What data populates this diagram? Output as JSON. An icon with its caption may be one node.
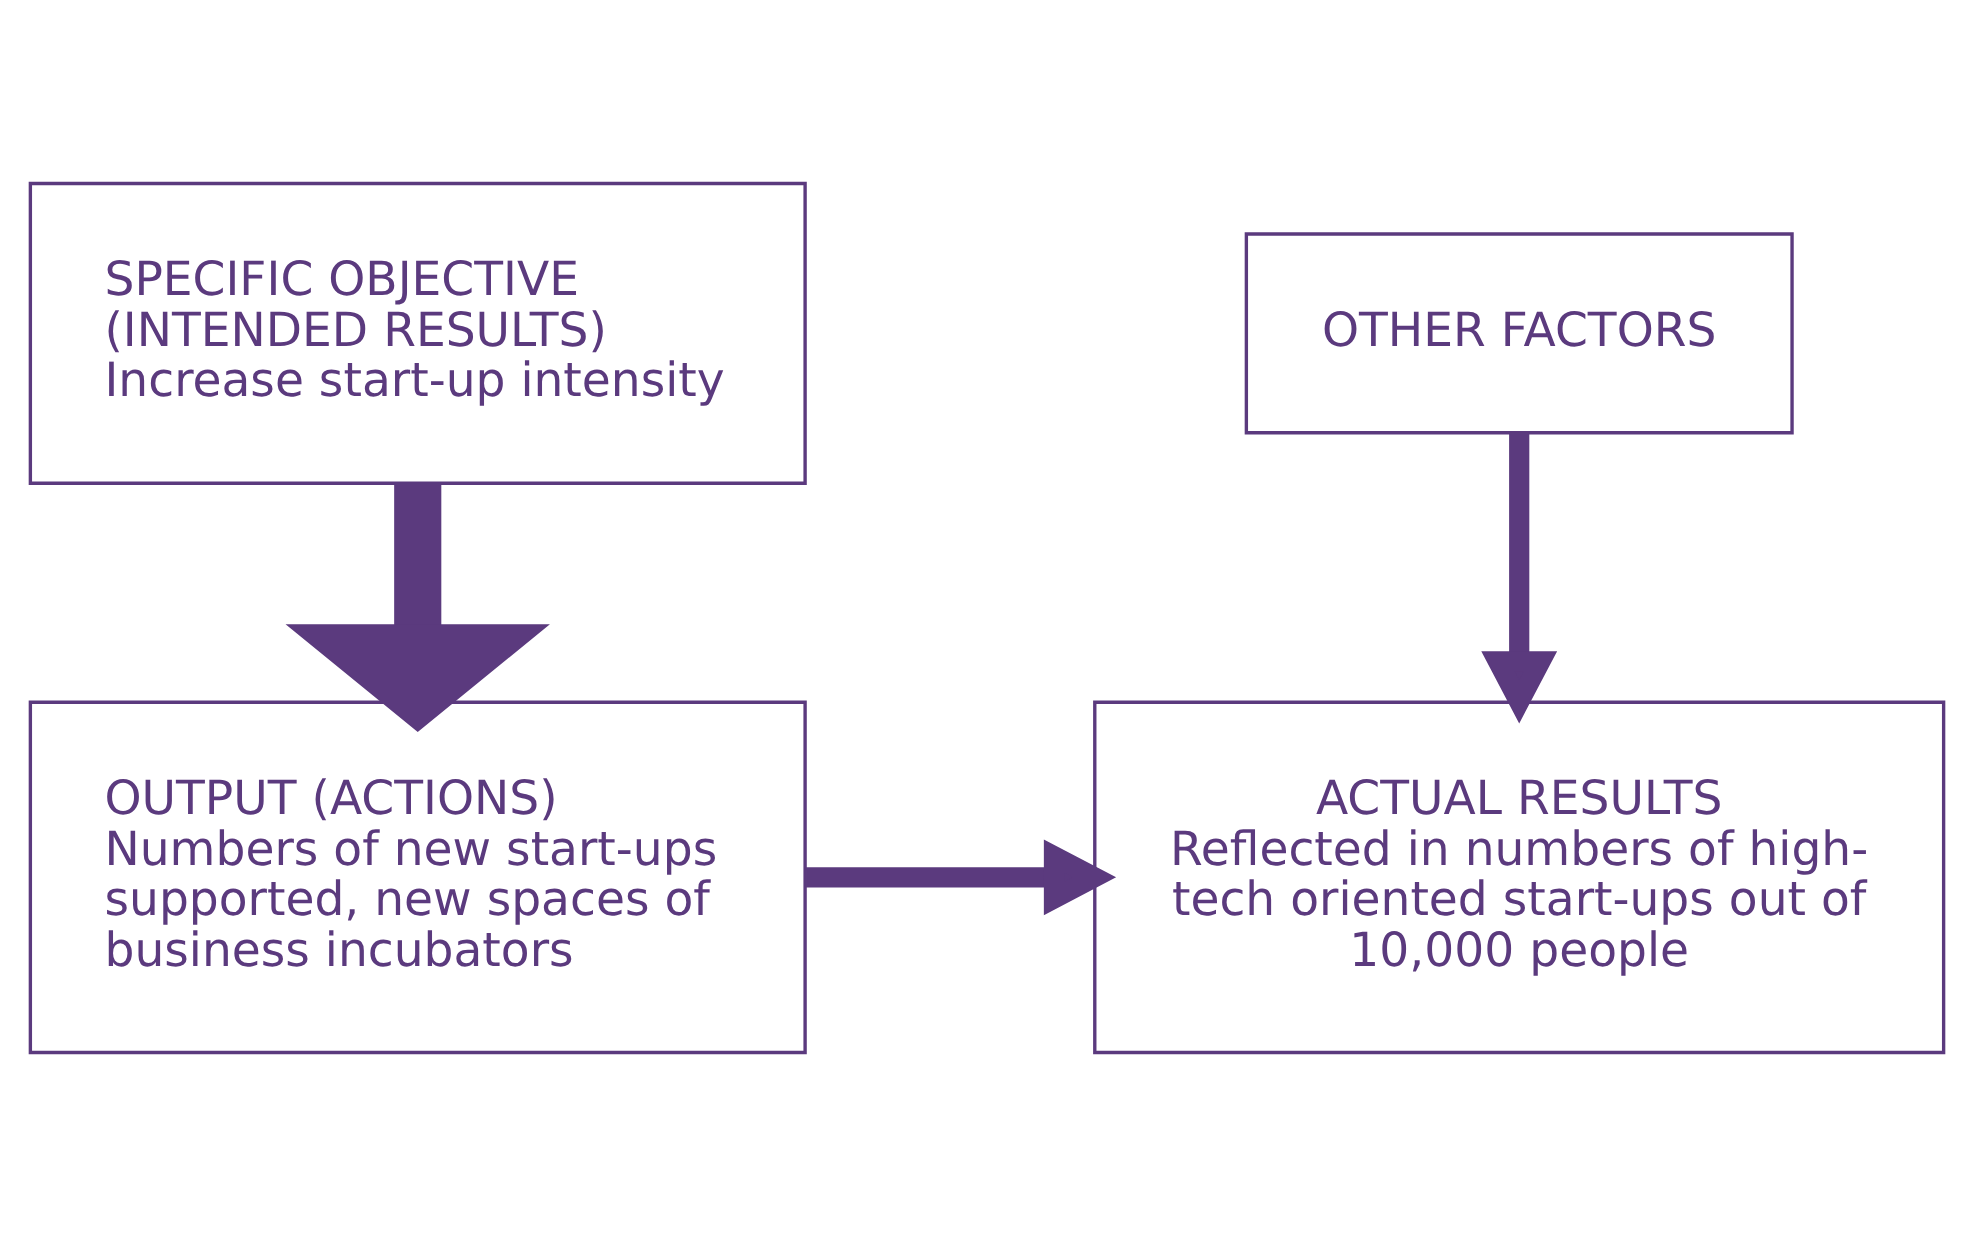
{
  "diagram": {
    "nodes": [
      {
        "text": [
          "SPECIFIC OBJECTIVE",
          "(INTENDED RESULTS)",
          "Increase start-up intensity"
        ]
      },
      {
        "text": [
          "OTHER FACTORS"
        ]
      },
      {
        "text": [
          "OUTPUT (ACTIONS)",
          "Numbers of new start-ups supported, new spaces of business incubators"
        ]
      },
      {
        "text": [
          "ACTUAL RESULTS",
          "Reflected in numbers of high-tech oriented start-ups out of 10,000 people"
        ]
      }
    ],
    "edges": [
      {
        "from": 0,
        "to": 2,
        "arrow": "to",
        "style": "thick"
      },
      {
        "from": 1,
        "to": 3,
        "arrow": "to"
      },
      {
        "from": 2,
        "to": 3,
        "arrow": "to"
      }
    ]
  }
}
